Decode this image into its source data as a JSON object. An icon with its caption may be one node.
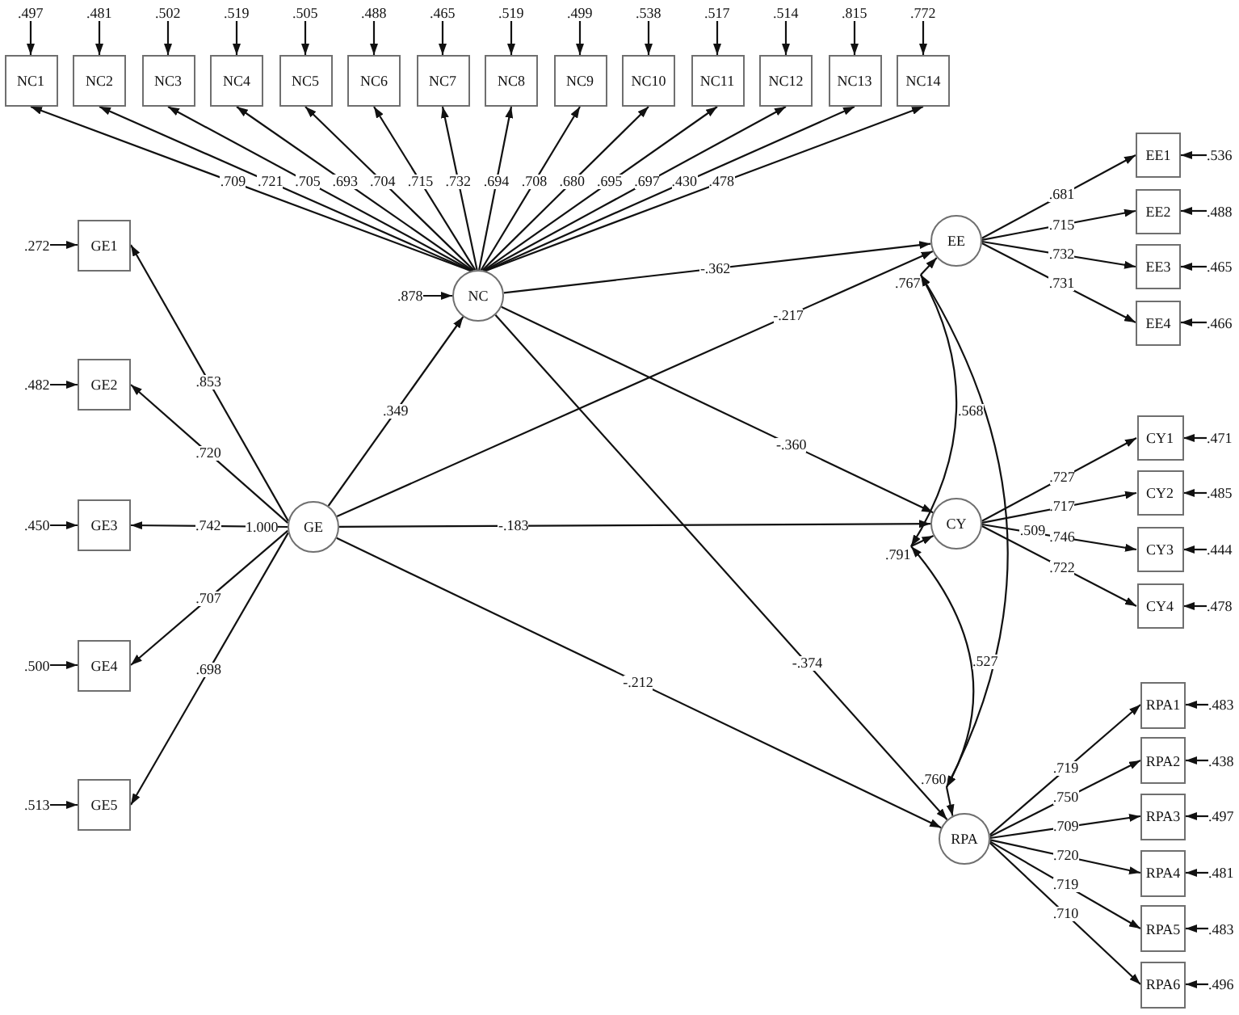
{
  "diagram": {
    "nodes": [
      {
        "text": [
          ".497"
        ]
      },
      {
        "text": [
          ".481"
        ]
      },
      {
        "text": [
          ".502"
        ]
      },
      {
        "text": [
          ".519"
        ]
      },
      {
        "text": [
          ".505"
        ]
      },
      {
        "text": [
          ".488"
        ]
      },
      {
        "text": [
          ".465"
        ]
      },
      {
        "text": [
          ".519"
        ]
      },
      {
        "text": [
          ".499"
        ]
      },
      {
        "text": [
          ".538"
        ]
      },
      {
        "text": [
          ".517"
        ]
      },
      {
        "text": [
          ".514"
        ]
      },
      {
        "text": [
          ".815"
        ]
      },
      {
        "text": [
          ".772"
        ]
      },
      {
        "text": [
          "NC1"
        ]
      },
      {
        "text": [
          "NC2"
        ]
      },
      {
        "text": [
          "NC3"
        ]
      },
      {
        "text": [
          "NC4"
        ]
      },
      {
        "text": [
          "NC5"
        ]
      },
      {
        "text": [
          "NC6"
        ]
      },
      {
        "text": [
          "NC7"
        ]
      },
      {
        "text": [
          "NC8"
        ]
      },
      {
        "text": [
          "NC9"
        ]
      },
      {
        "text": [
          "NC10"
        ]
      },
      {
        "text": [
          "NC11"
        ]
      },
      {
        "text": [
          "NC12"
        ]
      },
      {
        "text": [
          "NC13"
        ]
      },
      {
        "text": [
          "NC14"
        ]
      },
      {
        "text": [
          ".272"
        ]
      },
      {
        "text": [
          "GE1"
        ]
      },
      {
        "text": [
          ".482"
        ]
      },
      {
        "text": [
          "GE2"
        ]
      },
      {
        "text": [
          ".450"
        ]
      },
      {
        "text": [
          "GE3"
        ]
      },
      {
        "text": [
          ".500"
        ]
      },
      {
        "text": [
          "GE4"
        ]
      },
      {
        "text": [
          ".513"
        ]
      },
      {
        "text": [
          "GE5"
        ]
      },
      {
        "text": [
          ".878"
        ]
      },
      {
        "text": [
          "NC"
        ]
      },
      {
        "text": [
          "GE"
        ],
        "beside": [
          "1.000"
        ]
      },
      {
        "text": [
          "EE"
        ]
      },
      {
        "text": [
          ".767"
        ]
      },
      {
        "text": [
          "CY"
        ]
      },
      {
        "text": [
          ".791"
        ]
      },
      {
        "text": [
          "RPA"
        ]
      },
      {
        "text": [
          ".760"
        ]
      },
      {
        "text": [
          "EE1"
        ]
      },
      {
        "text": [
          ".536"
        ]
      },
      {
        "text": [
          "EE2"
        ]
      },
      {
        "text": [
          ".488"
        ]
      },
      {
        "text": [
          "EE3"
        ]
      },
      {
        "text": [
          ".465"
        ]
      },
      {
        "text": [
          "EE4"
        ]
      },
      {
        "text": [
          ".466"
        ]
      },
      {
        "text": [
          "CY1"
        ]
      },
      {
        "text": [
          ".471"
        ]
      },
      {
        "text": [
          "CY2"
        ]
      },
      {
        "text": [
          ".485"
        ]
      },
      {
        "text": [
          "CY3"
        ]
      },
      {
        "text": [
          ".444"
        ]
      },
      {
        "text": [
          "CY4"
        ]
      },
      {
        "text": [
          ".478"
        ]
      },
      {
        "text": [
          "RPA1"
        ]
      },
      {
        "text": [
          ".483"
        ]
      },
      {
        "text": [
          "RPA2"
        ]
      },
      {
        "text": [
          ".438"
        ]
      },
      {
        "text": [
          "RPA3"
        ]
      },
      {
        "text": [
          ".497"
        ]
      },
      {
        "text": [
          "RPA4"
        ]
      },
      {
        "text": [
          ".481"
        ]
      },
      {
        "text": [
          "RPA5"
        ]
      },
      {
        "text": [
          ".483"
        ]
      },
      {
        "text": [
          "RPA6"
        ]
      },
      {
        "text": [
          ".496"
        ]
      }
    ],
    "edges": [
      {
        "from": 0,
        "to": 14,
        "arrow": "to"
      },
      {
        "from": 1,
        "to": 15,
        "arrow": "to"
      },
      {
        "from": 2,
        "to": 16,
        "arrow": "to"
      },
      {
        "from": 3,
        "to": 17,
        "arrow": "to"
      },
      {
        "from": 4,
        "to": 18,
        "arrow": "to"
      },
      {
        "from": 5,
        "to": 19,
        "arrow": "to"
      },
      {
        "from": 6,
        "to": 20,
        "arrow": "to"
      },
      {
        "from": 7,
        "to": 21,
        "arrow": "to"
      },
      {
        "from": 8,
        "to": 22,
        "arrow": "to"
      },
      {
        "from": 9,
        "to": 23,
        "arrow": "to"
      },
      {
        "from": 10,
        "to": 24,
        "arrow": "to"
      },
      {
        "from": 11,
        "to": 25,
        "arrow": "to"
      },
      {
        "from": 12,
        "to": 26,
        "arrow": "to"
      },
      {
        "from": 13,
        "to": 27,
        "arrow": "to"
      },
      {
        "from": 39,
        "to": 14,
        "arrow": "to",
        "label": ".709"
      },
      {
        "from": 39,
        "to": 15,
        "arrow": "to",
        "label": ".721"
      },
      {
        "from": 39,
        "to": 16,
        "arrow": "to",
        "label": ".705"
      },
      {
        "from": 39,
        "to": 17,
        "arrow": "to",
        "label": ".693"
      },
      {
        "from": 39,
        "to": 18,
        "arrow": "to",
        "label": ".704"
      },
      {
        "from": 39,
        "to": 19,
        "arrow": "to",
        "label": ".715"
      },
      {
        "from": 39,
        "to": 20,
        "arrow": "to",
        "label": ".732"
      },
      {
        "from": 39,
        "to": 21,
        "arrow": "to",
        "label": ".694"
      },
      {
        "from": 39,
        "to": 22,
        "arrow": "to",
        "label": ".708"
      },
      {
        "from": 39,
        "to": 23,
        "arrow": "to",
        "label": ".680"
      },
      {
        "from": 39,
        "to": 24,
        "arrow": "to",
        "label": ".695"
      },
      {
        "from": 39,
        "to": 25,
        "arrow": "to",
        "label": ".697"
      },
      {
        "from": 39,
        "to": 26,
        "arrow": "to",
        "label": ".430"
      },
      {
        "from": 39,
        "to": 27,
        "arrow": "to",
        "label": ".478"
      },
      {
        "from": 28,
        "to": 29,
        "arrow": "to"
      },
      {
        "from": 30,
        "to": 31,
        "arrow": "to"
      },
      {
        "from": 32,
        "to": 33,
        "arrow": "to"
      },
      {
        "from": 34,
        "to": 35,
        "arrow": "to"
      },
      {
        "from": 36,
        "to": 37,
        "arrow": "to"
      },
      {
        "from": 40,
        "to": 29,
        "arrow": "to",
        "label": ".853"
      },
      {
        "from": 40,
        "to": 31,
        "arrow": "to",
        "label": ".720"
      },
      {
        "from": 40,
        "to": 33,
        "arrow": "to",
        "label": ".742"
      },
      {
        "from": 40,
        "to": 35,
        "arrow": "to",
        "label": ".707"
      },
      {
        "from": 40,
        "to": 37,
        "arrow": "to",
        "label": ".698"
      },
      {
        "from": 38,
        "to": 39,
        "arrow": "to"
      },
      {
        "from": 40,
        "to": 39,
        "arrow": "to",
        "label": ".349"
      },
      {
        "from": 39,
        "to": 41,
        "arrow": "to",
        "label": "-.362"
      },
      {
        "from": 40,
        "to": 41,
        "arrow": "to",
        "label": "-.217"
      },
      {
        "from": 39,
        "to": 43,
        "arrow": "to",
        "label": "-.360"
      },
      {
        "from": 40,
        "to": 43,
        "arrow": "to",
        "label": "-.183"
      },
      {
        "from": 39,
        "to": 45,
        "arrow": "to",
        "label": "-.374"
      },
      {
        "from": 40,
        "to": 45,
        "arrow": "to",
        "label": "-.212"
      },
      {
        "from": 42,
        "to": 41,
        "arrow": "to"
      },
      {
        "from": 44,
        "to": 43,
        "arrow": "to"
      },
      {
        "from": 46,
        "to": 45,
        "arrow": "to"
      },
      {
        "from": 42,
        "to": 44,
        "arrow": "both",
        "label": ".568"
      },
      {
        "from": 44,
        "to": 46,
        "arrow": "both",
        "label": ".527"
      },
      {
        "from": 42,
        "to": 46,
        "arrow": "both",
        "label": ".509"
      },
      {
        "from": 41,
        "to": 47,
        "arrow": "to",
        "label": ".681"
      },
      {
        "from": 41,
        "to": 49,
        "arrow": "to",
        "label": ".715"
      },
      {
        "from": 41,
        "to": 51,
        "arrow": "to",
        "label": ".732"
      },
      {
        "from": 41,
        "to": 53,
        "arrow": "to",
        "label": ".731"
      },
      {
        "from": 48,
        "to": 47,
        "arrow": "to"
      },
      {
        "from": 50,
        "to": 49,
        "arrow": "to"
      },
      {
        "from": 52,
        "to": 51,
        "arrow": "to"
      },
      {
        "from": 54,
        "to": 53,
        "arrow": "to"
      },
      {
        "from": 43,
        "to": 55,
        "arrow": "to",
        "label": ".727"
      },
      {
        "from": 43,
        "to": 57,
        "arrow": "to",
        "label": ".717"
      },
      {
        "from": 43,
        "to": 59,
        "arrow": "to",
        "label": ".746"
      },
      {
        "from": 43,
        "to": 61,
        "arrow": "to",
        "label": ".722"
      },
      {
        "from": 56,
        "to": 55,
        "arrow": "to"
      },
      {
        "from": 58,
        "to": 57,
        "arrow": "to"
      },
      {
        "from": 60,
        "to": 59,
        "arrow": "to"
      },
      {
        "from": 62,
        "to": 61,
        "arrow": "to"
      },
      {
        "from": 45,
        "to": 63,
        "arrow": "to",
        "label": ".719"
      },
      {
        "from": 45,
        "to": 65,
        "arrow": "to",
        "label": ".750"
      },
      {
        "from": 45,
        "to": 67,
        "arrow": "to",
        "label": ".709"
      },
      {
        "from": 45,
        "to": 69,
        "arrow": "to",
        "label": ".720"
      },
      {
        "from": 45,
        "to": 71,
        "arrow": "to",
        "label": ".719"
      },
      {
        "from": 45,
        "to": 73,
        "arrow": "to",
        "label": ".710"
      },
      {
        "from": 64,
        "to": 63,
        "arrow": "to"
      },
      {
        "from": 66,
        "to": 65,
        "arrow": "to"
      },
      {
        "from": 68,
        "to": 67,
        "arrow": "to"
      },
      {
        "from": 70,
        "to": 69,
        "arrow": "to"
      },
      {
        "from": 72,
        "to": 71,
        "arrow": "to"
      },
      {
        "from": 74,
        "to": 73,
        "arrow": "to"
      }
    ]
  }
}
